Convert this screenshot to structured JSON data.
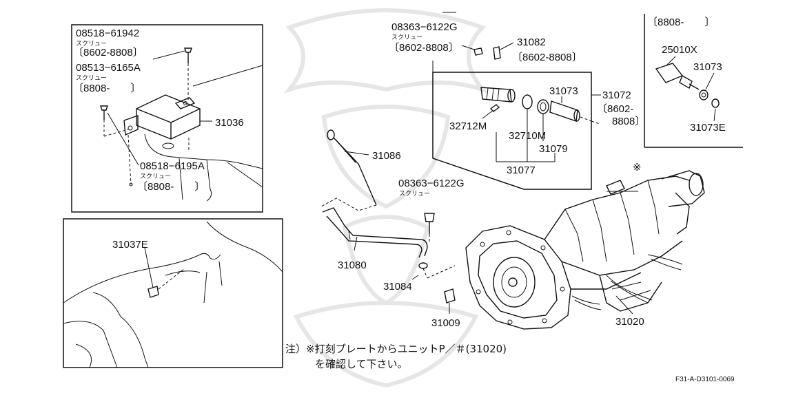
{
  "diagram": {
    "reference_code": "F31-A-D3101-0069",
    "note": {
      "line1": "注）※打刻プレートからユニットP／＃(31020)",
      "line2": "を確認して下さい。",
      "marker": "※"
    },
    "labels": {
      "screw_61942": "08518−61942",
      "screw_61942_name": "スクリュー",
      "screw_61942_range": "〔8602-8808〕",
      "screw_6165a": "08513−6165A",
      "screw_6165a_name": "スクリュー",
      "screw_6165a_range": "〔8808-　　〕",
      "bracket": "31036",
      "screw_6195a": "08518−6195A",
      "screw_6195a_name": "スクリュー",
      "screw_6195a_range": "〔8808-　　〕",
      "plug_31037e": "31037E",
      "screw_6122g_top": "08363−6122G",
      "screw_6122g_top_name": "スクリュー",
      "screw_6122g_top_range": "〔8602-8808〕",
      "clip_31082": "31082",
      "clip_31082_range": "〔8602-8808〕",
      "p31073_a": "31073",
      "p31072": "31072",
      "p31072_range_a": "〔8602-",
      "p31072_range_b": "8808〕",
      "p32712m": "32712M",
      "p32710m": "32710M",
      "p31079": "31079",
      "p31077": "31077",
      "inset_range": "〔8808-　　〕",
      "p25010x": "25010X",
      "p31073_b": "31073",
      "p31073e": "31073E",
      "dipstick": "31086",
      "screw_6122g_mid": "08363−6122G",
      "screw_6122g_mid_name": "スクリュー",
      "filler_tube": "31080",
      "oring": "31084",
      "plug_31009": "31009",
      "transmission": "31020"
    }
  }
}
